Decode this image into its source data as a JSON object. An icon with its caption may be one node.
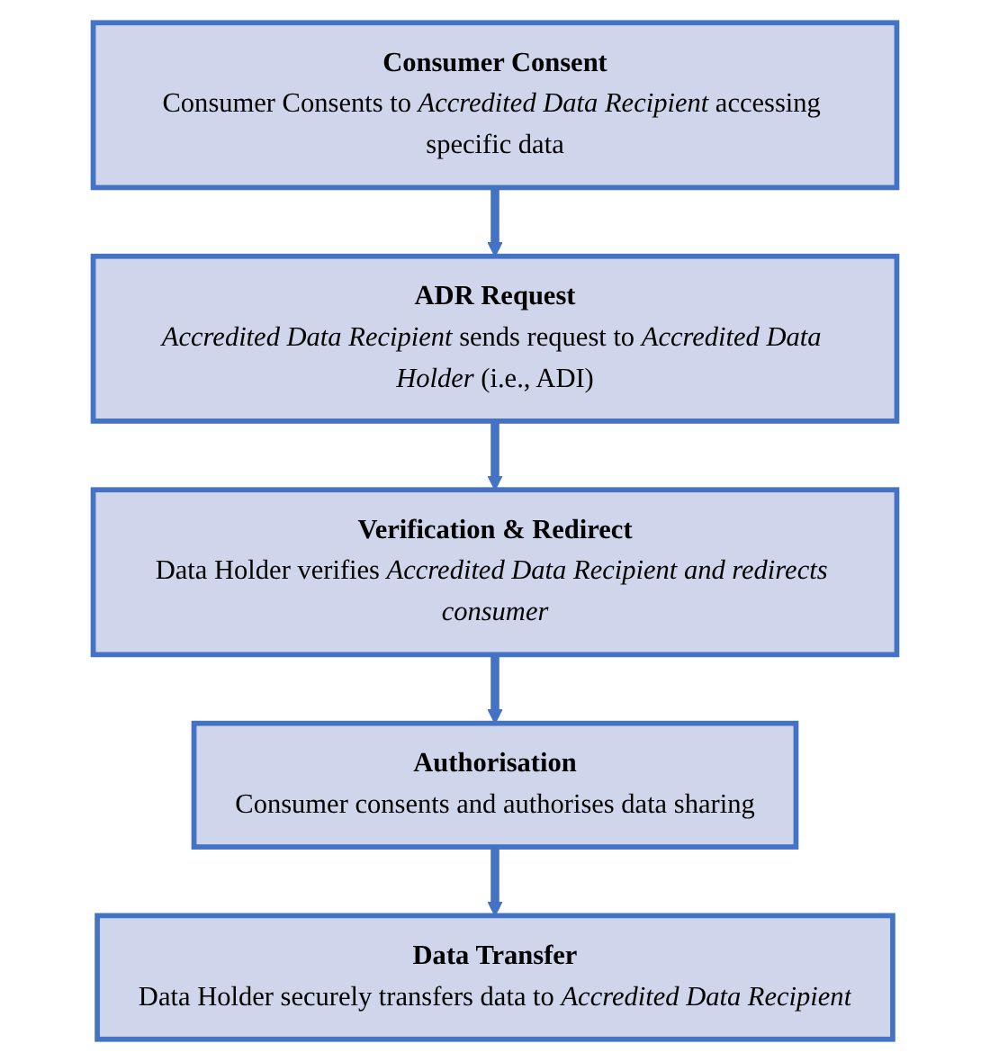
{
  "diagram": {
    "nodes": [
      {
        "text": [
          "Consumer Consent",
          "Consumer Consents to *Accredited Data Recipient* accessing specific data"
        ]
      },
      {
        "text": [
          "ADR Request",
          "*Accredited Data Recipient* sends request to *Accredited Data Holder* (i.e., ADI)"
        ]
      },
      {
        "text": [
          "Verification & Redirect",
          "Data Holder verifies *Accredited Data Recipient and redirects consumer*"
        ]
      },
      {
        "text": [
          "Authorisation",
          "Consumer consents and authorises data sharing"
        ]
      },
      {
        "text": [
          "Data Transfer",
          "Data Holder securely transfers data to *Accredited Data Recipient*"
        ]
      }
    ],
    "edges": [
      {
        "from": 0,
        "to": 1,
        "arrow": "to"
      },
      {
        "from": 1,
        "to": 2,
        "arrow": "to"
      },
      {
        "from": 2,
        "to": 3,
        "arrow": "to"
      },
      {
        "from": 3,
        "to": 4,
        "arrow": "to"
      }
    ]
  }
}
